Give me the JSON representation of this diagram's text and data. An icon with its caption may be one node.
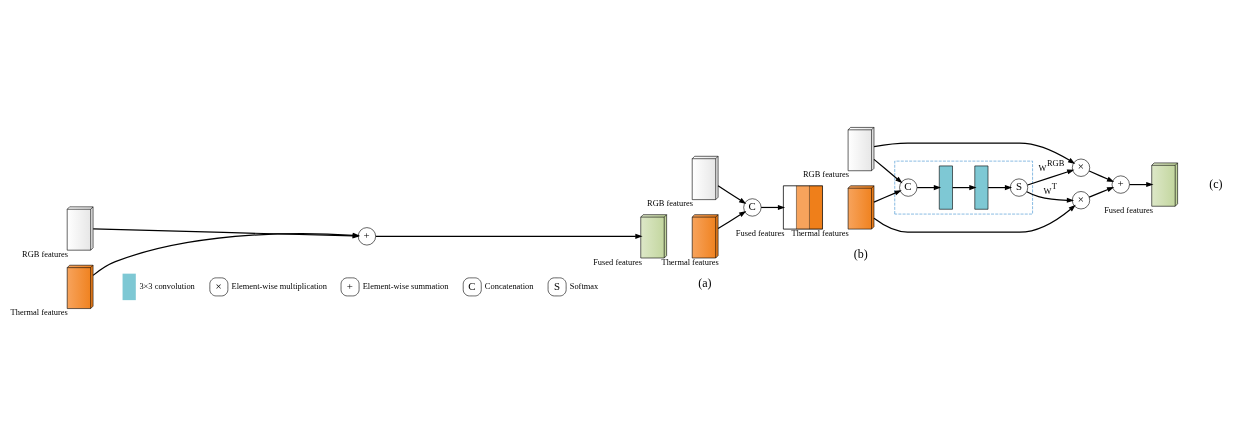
{
  "diagram": {
    "nodes": [
      {
        "text": [
          "RGB features"
        ]
      },
      {
        "text": [
          "Thermal features"
        ]
      },
      {
        "text": [
          "+"
        ]
      },
      {
        "text": [
          "Fused features"
        ]
      },
      {
        "text": [
          "RGB features"
        ]
      },
      {
        "text": [
          "Thermal features"
        ]
      },
      {
        "text": [
          "C"
        ]
      },
      {
        "text": [
          "Fused features"
        ]
      },
      {
        "text": [
          "RGB features"
        ]
      },
      {
        "text": [
          "Thermal features"
        ]
      },
      {
        "text": [],
        "shape": "box"
      },
      {
        "text": [
          "C"
        ],
        "in": 10
      },
      {
        "text": [],
        "shape": "bar",
        "in": 10
      },
      {
        "text": [],
        "shape": "bar",
        "in": 10
      },
      {
        "text": [
          "S"
        ],
        "in": 10
      },
      {
        "text": [
          "×"
        ]
      },
      {
        "text": [
          "+"
        ]
      },
      {
        "text": [
          "×"
        ]
      },
      {
        "text": [
          "Fused features"
        ]
      }
    ],
    "edges": [
      {
        "from": 0,
        "to": 2,
        "arrow": "to"
      },
      {
        "from": 1,
        "to": 2,
        "arrow": "to"
      },
      {
        "from": 2,
        "to": 3,
        "arrow": "to"
      },
      {
        "from": 4,
        "to": 6,
        "arrow": "to"
      },
      {
        "from": 5,
        "to": 6,
        "arrow": "to"
      },
      {
        "from": 6,
        "to": 7,
        "arrow": "to"
      },
      {
        "from": 8,
        "to": 11,
        "arrow": "to"
      },
      {
        "from": 9,
        "to": 11,
        "arrow": "to"
      },
      {
        "from": 11,
        "to": 12,
        "arrow": "to"
      },
      {
        "from": 12,
        "to": 13,
        "arrow": "to"
      },
      {
        "from": 13,
        "to": 14,
        "arrow": "to"
      },
      {
        "from": 14,
        "to": 15,
        "arrow": "to",
        "label": "W$^{RGB}$"
      },
      {
        "from": 14,
        "to": 17,
        "arrow": "to",
        "label": "W$^{T}$"
      },
      {
        "from": 8,
        "to": 15,
        "arrow": "to"
      },
      {
        "from": 9,
        "to": 17,
        "arrow": "to"
      },
      {
        "from": 15,
        "to": 16,
        "arrow": "to"
      },
      {
        "from": 17,
        "to": 16,
        "arrow": "to"
      },
      {
        "from": 16,
        "to": 18,
        "arrow": "to"
      }
    ],
    "labels": [
      "(a)",
      "(b)",
      "(c)",
      "×",
      "+",
      "C",
      "S"
    ],
    "legend": [
      {
        "text": "3×3 convolution",
        "color": "#7ec8d4"
      },
      {
        "text": "Element-wise multiplication"
      },
      {
        "text": "Element-wise summation"
      },
      {
        "text": "Concatenation"
      },
      {
        "text": "Softmax"
      }
    ]
  }
}
